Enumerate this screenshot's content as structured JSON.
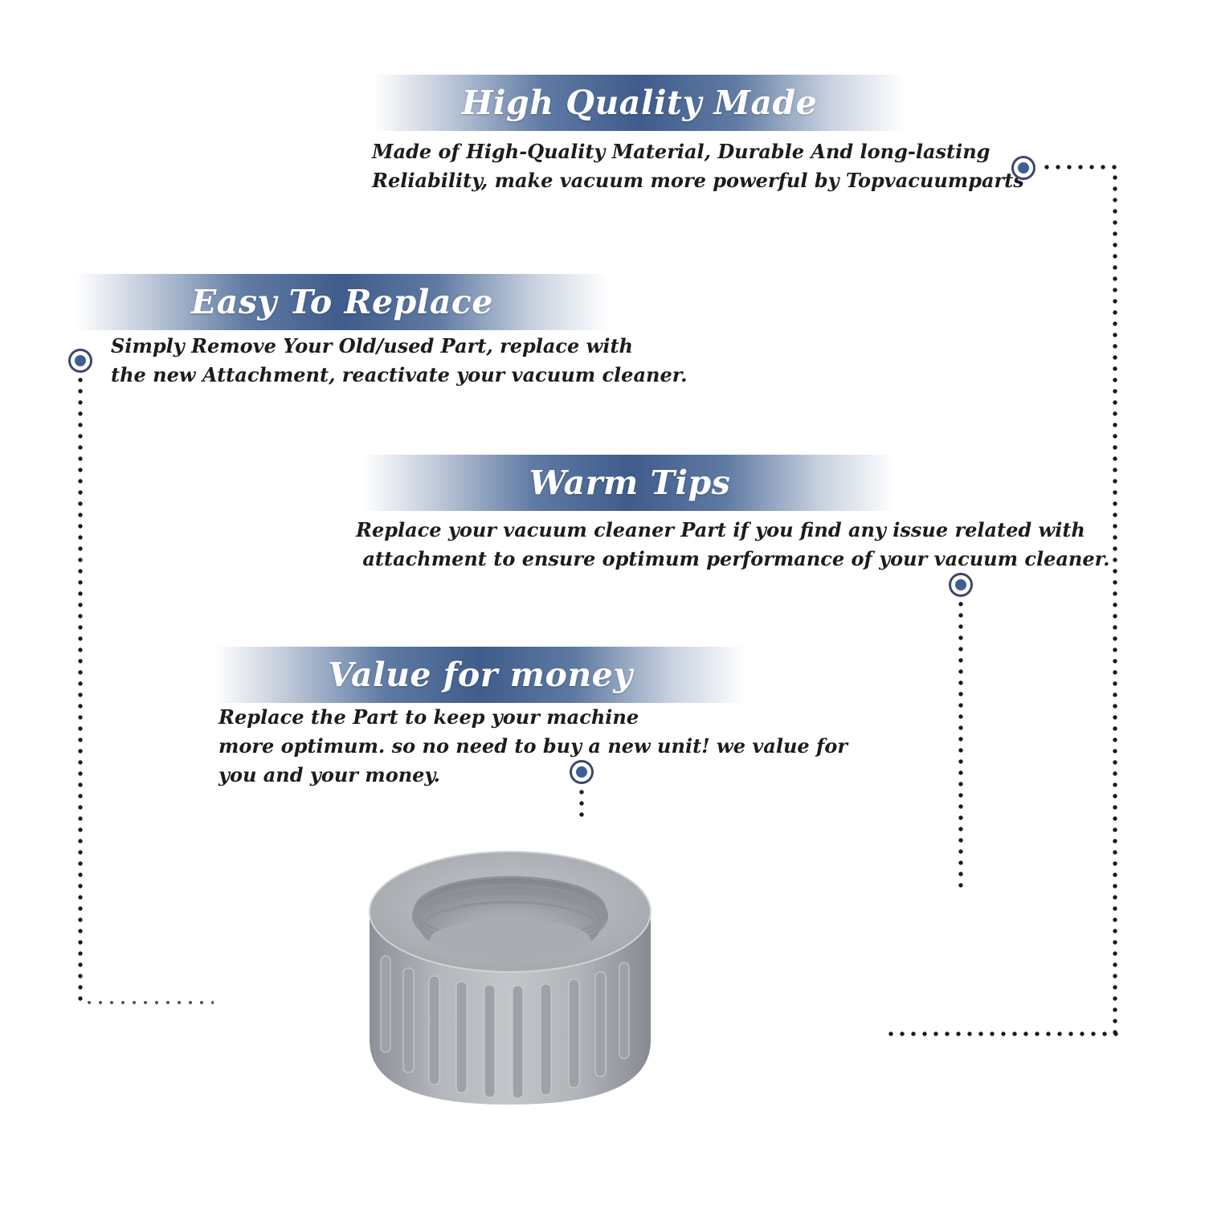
{
  "sections": [
    {
      "title": "High Quality Made",
      "lines": [
        "Made of  High-Quality Material, Durable And long-lasting",
        "Reliability, make vacuum more powerful by Topvacuumparts"
      ]
    },
    {
      "title": "Easy To Replace",
      "lines": [
        "Simply Remove Your Old/used Part, replace with",
        "the new Attachment, reactivate your vacuum cleaner."
      ]
    },
    {
      "title": "Warm Tips",
      "lines": [
        "Replace your vacuum cleaner Part if you find any issue related with",
        " attachment to ensure optimum performance of your vacuum cleaner."
      ]
    },
    {
      "title": "Value for money",
      "lines": [
        "Replace the Part to keep your machine",
        "more optimum. so no need to buy a new unit! we value for",
        "you and your money."
      ]
    }
  ],
  "colors": {
    "banner_dark": "#3f5c8c",
    "marker_fill": "#3e5f95",
    "product_gray": "#a9adb2"
  },
  "product": {
    "icon": "threaded-cap-nut-image"
  }
}
